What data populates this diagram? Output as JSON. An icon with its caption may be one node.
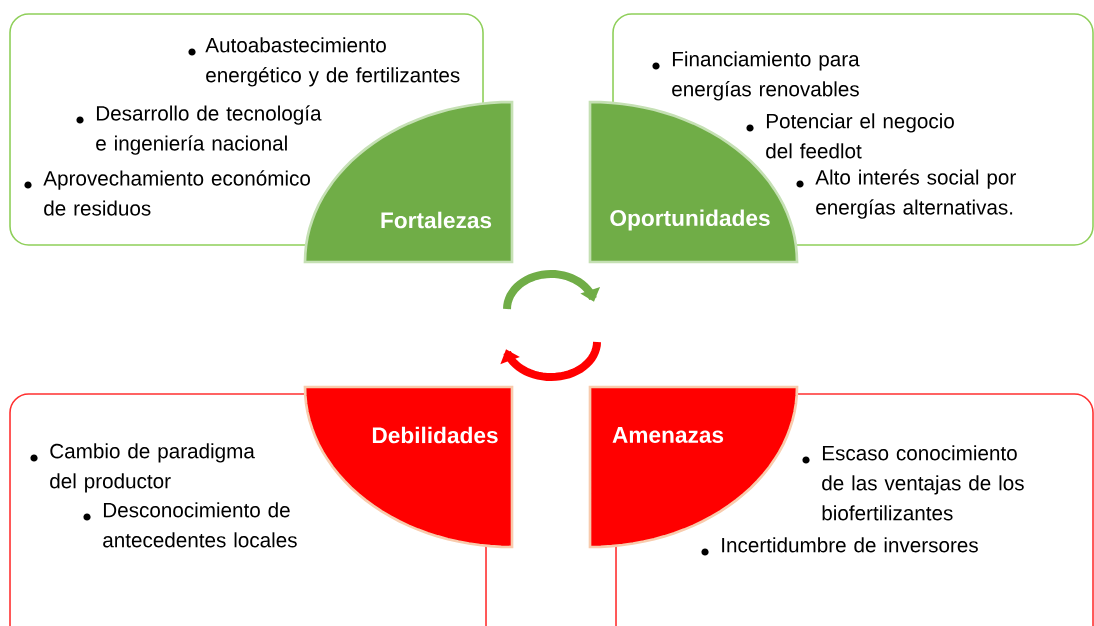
{
  "diagram": {
    "nodes": [
      {
        "text": [
          "Autoabastecimiento energético y de fertilizantes",
          "Desarrollo de tecnología e ingeniería nacional",
          "Aprovechamiento económico de residuos"
        ]
      },
      {
        "text": [
          "Fortalezas"
        ]
      },
      {
        "text": [
          "Oportunidades"
        ]
      },
      {
        "text": [
          "Financiamiento para energías renovables",
          "Potenciar el negocio del feedlot",
          "Alto interés social por energías alternativas."
        ]
      },
      {
        "text": [
          "Cambio de paradigma del productor",
          "Desconocimiento de antecedentes locales"
        ]
      },
      {
        "text": [
          "Debilidades"
        ]
      },
      {
        "text": [
          "Amenazas"
        ]
      },
      {
        "text": [
          "Escaso conocimiento de las ventajas de los biofertilizantes",
          "Incertidumbre de inversores"
        ]
      }
    ]
  }
}
